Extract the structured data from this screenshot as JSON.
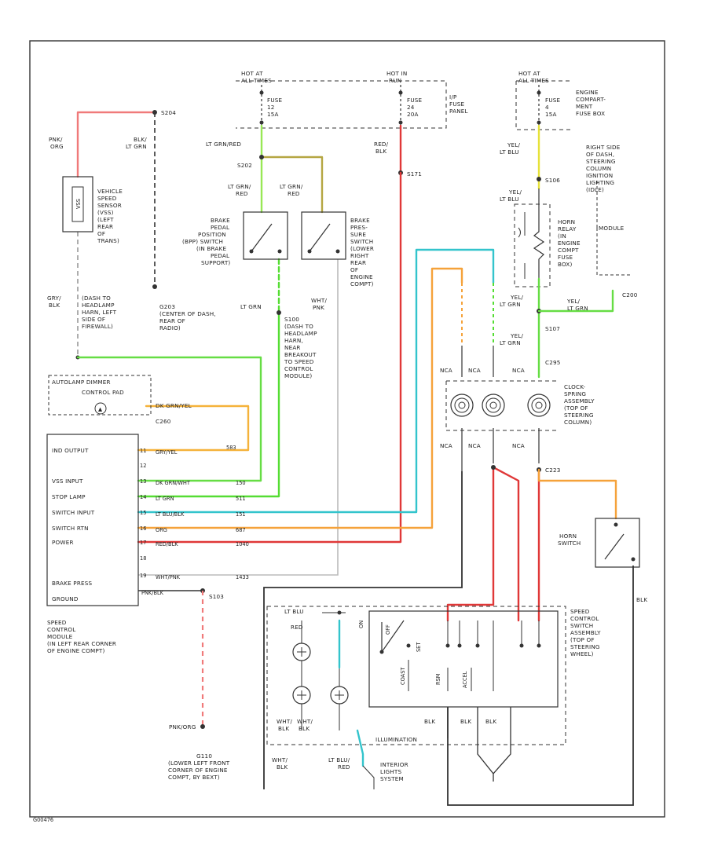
{
  "wire_colors": {
    "pink": "#f07a7a",
    "green": "#55dd33",
    "light_green": "#99e855",
    "orange": "#f5a23a",
    "cyan": "#33c4cc",
    "red": "#e03838",
    "yellow": "#e6e23a",
    "olive": "#b5a642",
    "lavender": "#d06a9a",
    "black": "#333333",
    "dashed_gray": "#9a9a9a"
  },
  "labels": {
    "hot1": "HOT AT",
    "hot1b": "ALL TIMES",
    "hot2": "HOT IN",
    "hot2b": "RUN",
    "hot3": "HOT AT",
    "hot3b": "ALL TIMES",
    "fuse1a": "FUSE",
    "fuse1b": "12",
    "fuse1c": "15A",
    "fuse2a": "FUSE",
    "fuse2b": "24",
    "fuse2c": "20A",
    "ip_fuse1": "I/P",
    "ip_fuse2": "FUSE",
    "ip_fuse3": "PANEL",
    "fuse3a": "FUSE",
    "fuse3b": "4",
    "fuse3c": "15A",
    "efb1": "ENGINE",
    "efb2": "COMPART-",
    "efb3": "MENT",
    "efb4": "FUSE BOX",
    "s204": "S204",
    "pnk_org1": "PNK/",
    "pnk_org2": "ORG",
    "blk_ltgrn1": "BLK/",
    "blk_ltgrn2": "LT GRN",
    "vss1": "VEHICLE",
    "vss2": "SPEED",
    "vss3": "SENSOR",
    "vss4": "(VSS)",
    "vss5": "(LEFT",
    "vss6": "REAR",
    "vss7": "OF",
    "vss8": "TRANS)",
    "vss_box": "VSS",
    "lt_grn_red": "LT GRN/RED",
    "s202": "S202",
    "ltgrn_red_a1": "LT GRN/",
    "ltgrn_red_a2": "RED",
    "ltgrn_red_b1": "LT GRN/",
    "ltgrn_red_b2": "RED",
    "red_blk1": "RED/",
    "red_blk2": "BLK",
    "s171": "S171",
    "bpp1": "BRAKE",
    "bpp2": "PEDAL",
    "bpp3": "POSITION",
    "bpp4": "(BPP) SWITCH",
    "bpp5": "(IN BRAKE",
    "bpp6": "PEDAL",
    "bpp7": "SUPPORT)",
    "bps1": "BRAKE",
    "bps2": "PRES-",
    "bps3": "SURE",
    "bps4": "SWITCH",
    "bps5": "(LOWER",
    "bps6": "RIGHT",
    "bps7": "REAR",
    "bps8": "OF",
    "bps9": "ENGINE",
    "bps10": "COMPT)",
    "lt_grn": "LT GRN",
    "wht_pnk1": "WHT/",
    "wht_pnk2": "PNK",
    "g203a": "G203",
    "g203b": "(CENTER OF DASH,",
    "g203c": "REAR OF",
    "g203d": "RADIO)",
    "gry_blk1": "GRY/",
    "gry_blk2": "BLK",
    "gry_blk_note1": "(DASH TO",
    "gry_blk_note2": "HEADLAMP",
    "gry_blk_note3": "HARN, LEFT",
    "gry_blk_note4": "SIDE OF",
    "gry_blk_note5": "FIREWALL)",
    "s100a": "S100",
    "s100b": "(DASH TO",
    "s100c": "HEADLAMP",
    "s100d": "HARN,",
    "s100e": "NEAR",
    "s100f": "BREAKOUT",
    "s100g": "TO SPEED",
    "s100h": "CONTROL",
    "s100i": "MODULE)",
    "yel_ltblu1": "YEL/",
    "yel_ltblu2": "LT BLU",
    "s106": "S106",
    "yel_ltblu3": "YEL/",
    "yel_ltblu4": "LT BLU",
    "rs1": "RIGHT SIDE",
    "rs2": "OF DASH,",
    "rs3": "STEERING",
    "rs4": "COLUMN",
    "rs5": "IGNITION",
    "rs6": "LIGHTING",
    "rs7": "(IDLE)",
    "rs8": "MODULE",
    "hr1": "HORN",
    "hr2": "RELAY",
    "hr3": "(IN",
    "hr4": "ENGINE",
    "hr5": "COMPT",
    "hr6": "FUSE",
    "hr7": "BOX)",
    "yel_ltgrn1": "YEL/",
    "yel_ltgrn2": "LT GRN",
    "yel_ltgrn3": "YEL/",
    "yel_ltgrn4": "LT GRN",
    "s107": "S107",
    "c200": "C200",
    "yel_ltgrn5": "YEL/",
    "yel_ltgrn6": "LT GRN",
    "c295": "C295",
    "nca1": "NCA",
    "nca2": "NCA",
    "nca3": "NCA",
    "nca4": "NCA",
    "nca5": "NCA",
    "nca6": "NCA",
    "cs1": "CLOCK-",
    "cs2": "SPRING",
    "cs3": "ASSEMBLY",
    "cs4": "(TOP OF",
    "cs5": "STEERING",
    "cs6": "COLUMN)",
    "ac1": "AUTOLAMP DIMMER",
    "ac2": "CONTROL PAD",
    "c260": "C260",
    "ac_wire": "DK GRN/YEL",
    "mod_ind": "IND OUTPUT",
    "mod_vss": "VSS INPUT",
    "mod_stop": "STOP LAMP",
    "mod_sw_in": "SWITCH INPUT",
    "mod_sw_rtn": "SWITCH RTN",
    "mod_power": "POWER",
    "mod_bps": "BRAKE PRESS",
    "mod_gnd": "GROUND",
    "p11": "11",
    "p12": "12",
    "p13": "13",
    "p14": "14",
    "p15": "15",
    "p16": "16",
    "p17": "17",
    "p18": "18",
    "p19": "19",
    "w_ind": "GRY/YEL",
    "w_vss": "DK GRN/WHT",
    "w_stop": "LT GRN",
    "w_swin": "LT BLU/BLK",
    "w_swrtn": "ORG",
    "w_power": "RED/BLK",
    "w_bps": "WHT/PNK",
    "w_gnd": "PNK/BLK",
    "c_ind": "583",
    "c_vss": "150",
    "c_stop": "511",
    "c_swin": "151",
    "c_swrtn": "687",
    "c_power": "1040",
    "c_bps": "1433",
    "s103": "S103",
    "scm1": "SPEED",
    "scm2": "CONTROL",
    "scm3": "MODULE",
    "scm4": "(IN LEFT REAR CORNER",
    "scm5": "OF ENGINE COMPT)",
    "pnk_org_bottom": "PNK/ORG",
    "g110a": "G110",
    "g110b": "(LOWER LEFT FRONT",
    "g110c": "CORNER OF ENGINE",
    "g110d": "COMPT, BY BEXT)",
    "c223": "C223",
    "hs1": "HORN",
    "hs2": "SWITCH",
    "blk_right": "BLK",
    "scs1": "SPEED",
    "scs2": "CONTROL",
    "scs3": "SWITCH",
    "scs4": "ASSEMBLY",
    "scs5": "(TOP OF",
    "scs6": "STEERING",
    "scs7": "WHEEL)",
    "ltblu_s": "LT BLU",
    "red_s": "RED",
    "blk1": "BLK",
    "blk2": "BLK",
    "blk3": "BLK",
    "wht_blk1": "WHT/",
    "wht_blk2": "BLK",
    "wht_blk3": "WHT/",
    "wht_blk4": "BLK",
    "wht_blk5": "WHT/",
    "wht_blk6": "BLK",
    "illum": "ILLUMINATION",
    "ltblu_red1": "LT BLU/",
    "ltblu_red2": "RED",
    "int1": "INTERIOR",
    "int2": "LIGHTS",
    "int3": "SYSTEM",
    "sw_on": "ON",
    "sw_off": "OFF",
    "sw_set": "SET",
    "sw_coast": "COAST",
    "sw_rsm": "RSM",
    "sw_accel": "ACCEL",
    "diag_id": "G00476"
  }
}
